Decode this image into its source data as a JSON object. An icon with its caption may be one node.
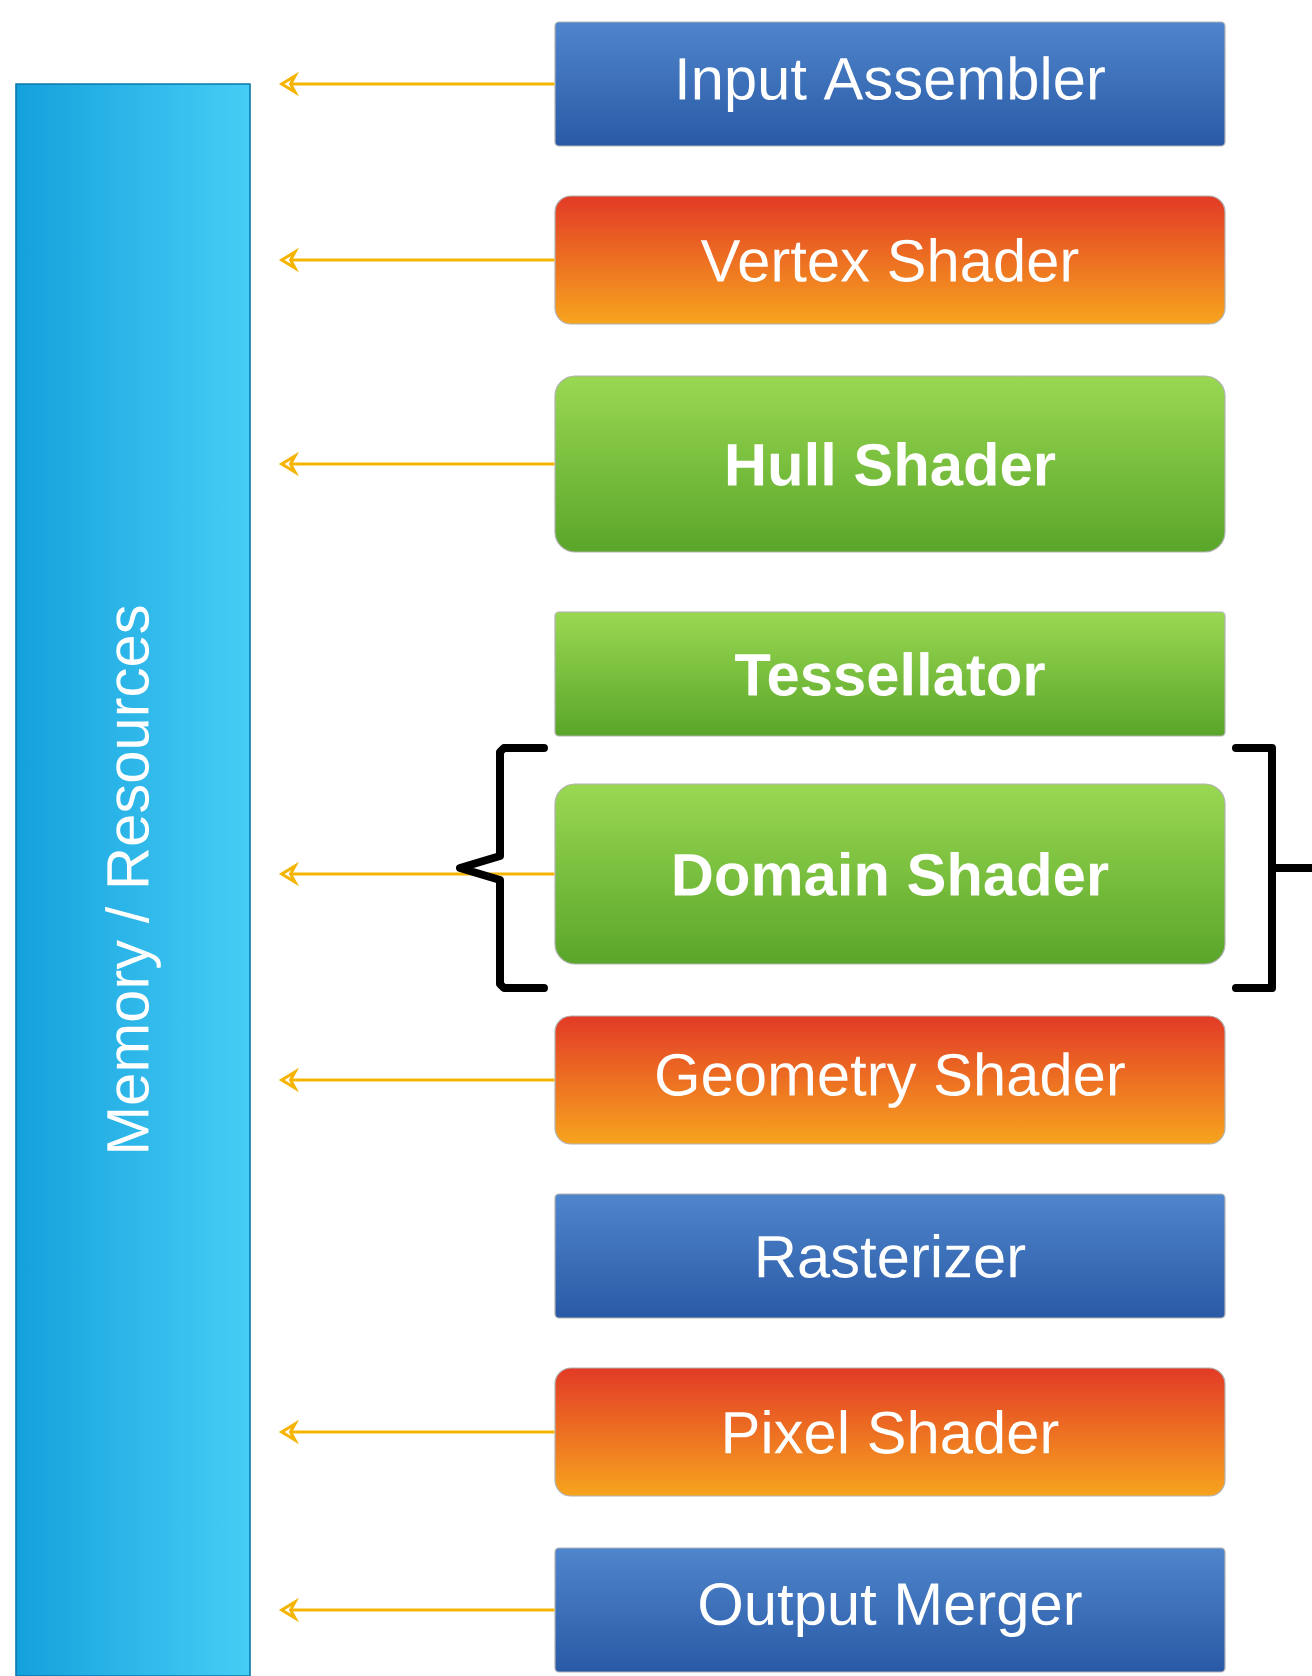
{
  "diagram": {
    "nodes": [
      {
        "text": [
          "Memory / Resources"
        ]
      },
      {
        "text": [
          "Input Assembler"
        ]
      },
      {
        "text": [
          "Vertex Shader"
        ]
      },
      {
        "text": [
          "Hull Shader"
        ]
      },
      {
        "text": [
          "Tessellator"
        ]
      },
      {
        "text": [
          "Domain Shader"
        ]
      },
      {
        "text": [
          "Geometry Shader"
        ]
      },
      {
        "text": [
          "Rasterizer"
        ]
      },
      {
        "text": [
          "Pixel Shader"
        ]
      },
      {
        "text": [
          "Output Merger"
        ]
      }
    ],
    "edges": [
      {
        "from": 1,
        "to": 0,
        "arrow": "to"
      },
      {
        "from": 2,
        "to": 0,
        "arrow": "to"
      },
      {
        "from": 3,
        "to": 0,
        "arrow": "to"
      },
      {
        "from": 5,
        "to": 0,
        "arrow": "to"
      },
      {
        "from": 6,
        "to": 0,
        "arrow": "to"
      },
      {
        "from": 8,
        "to": 0,
        "arrow": "to"
      },
      {
        "from": 9,
        "to": 0,
        "arrow": "to"
      }
    ]
  }
}
